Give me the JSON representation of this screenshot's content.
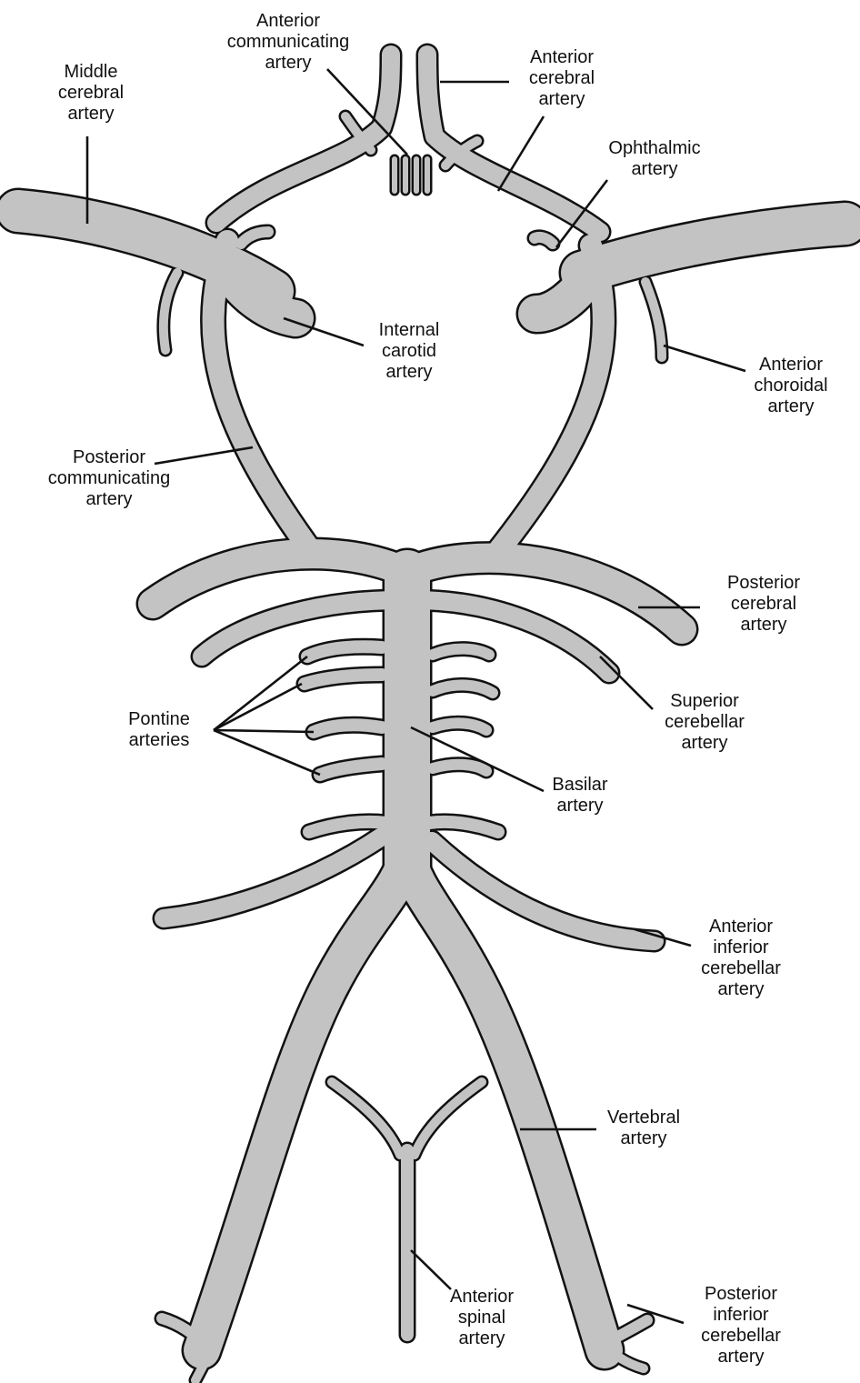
{
  "labels": {
    "anterior_communicating": "Anterior\ncommunicating\nartery",
    "middle_cerebral": "Middle\ncerebral\nartery",
    "anterior_cerebral": "Anterior\ncerebral\nartery",
    "ophthalmic": "Ophthalmic\nartery",
    "internal_carotid": "Internal\ncarotid\nartery",
    "anterior_choroidal": "Anterior\nchoroidal\nartery",
    "posterior_communicating": "Posterior\ncommunicating\nartery",
    "posterior_cerebral": "Posterior\ncerebral\nartery",
    "superior_cerebellar": "Superior\ncerebellar\nartery",
    "pontine": "Pontine\narteries",
    "basilar": "Basilar\nartery",
    "anterior_inferior_cerebellar": "Anterior\ninferior\ncerebellar\nartery",
    "vertebral": "Vertebral\nartery",
    "anterior_spinal": "Anterior\nspinal\nartery",
    "posterior_inferior_cerebellar": "Posterior\ninferior\ncerebellar\nartery"
  },
  "colors": {
    "vessel_fill": "#c3c3c3",
    "outline": "#111111",
    "background": "#ffffff"
  }
}
